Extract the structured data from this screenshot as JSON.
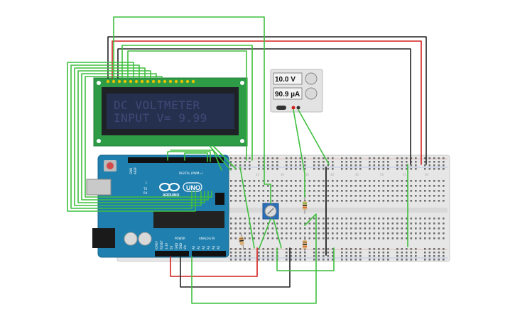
{
  "lcd": {
    "line1": "DC VOLTMETER",
    "line2": "INPUT V= 9.99"
  },
  "power_supply": {
    "voltage": "10.0 V",
    "current": "90.9 µA"
  },
  "arduino": {
    "logo": "UNO",
    "brand": "ARDUINO",
    "labels": {
      "digital": "DIGITAL (PWM~)",
      "power": "POWER",
      "analog": "ANALOG IN",
      "ioref": "IOREF",
      "reset": "RESET",
      "v33": "3.3V",
      "v5": "5V",
      "gnd1": "GND",
      "gnd2": "GND",
      "vin": "Vin",
      "a0": "A0",
      "a1": "A1",
      "a2": "A2",
      "a3": "A3",
      "a4": "A4",
      "a5": "A5",
      "aref": "AREF",
      "gnd_top": "GND",
      "tx": "TX",
      "rx": "RX",
      "l": "L"
    }
  },
  "colors": {
    "wire_green": "#3fbf3f",
    "wire_red": "#d21f1f",
    "wire_black": "#222222",
    "board_blue": "#1f7fae",
    "lcd_green": "#2e9b46",
    "lcd_screen": "#222a44",
    "breadboard": "#e9e9e9"
  }
}
